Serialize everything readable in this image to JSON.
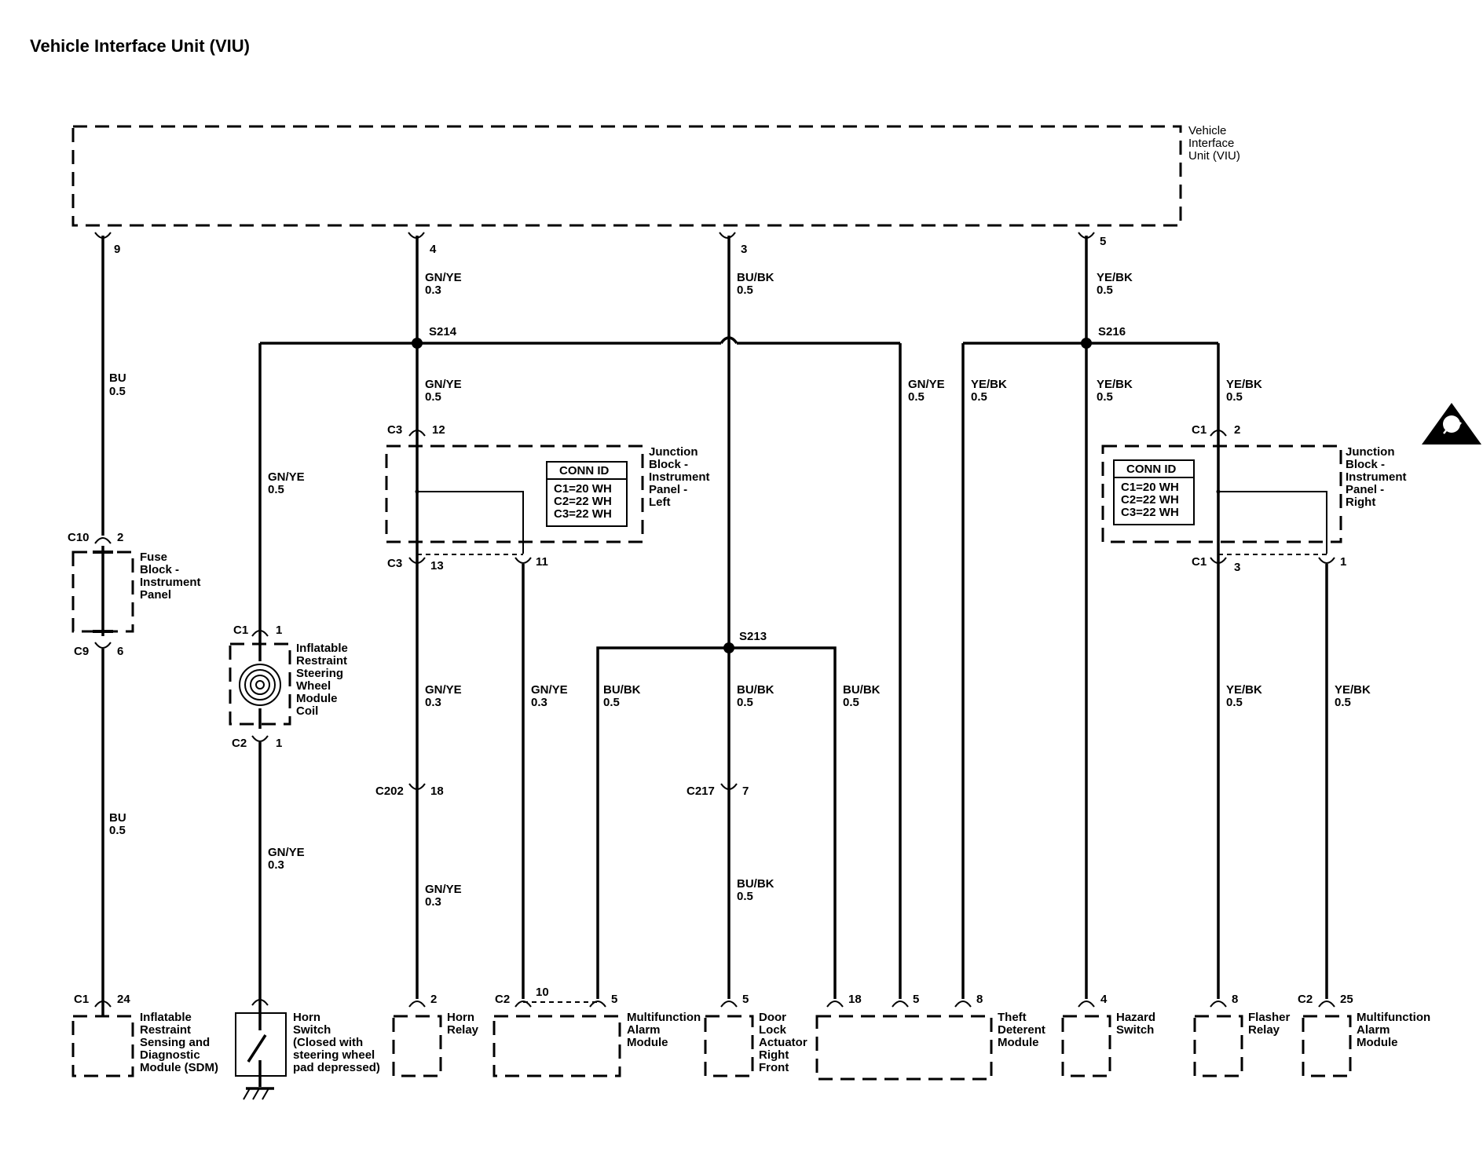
{
  "title": "Vehicle Interface Unit (VIU)",
  "viu": {
    "label": [
      "Vehicle",
      "Interface",
      "Unit (VIU)"
    ],
    "pins": [
      "9",
      "4",
      "3",
      "5"
    ]
  },
  "splices": {
    "s214": "S214",
    "s216": "S216",
    "s213": "S213"
  },
  "wires": {
    "bu": "BU",
    "gnye": "GN/YE",
    "bubk": "BU/BK",
    "yebk": "YE/BK",
    "g05": "0.5",
    "g03": "0.3"
  },
  "jb_left": {
    "label": [
      "Junction",
      "Block -",
      "Instrument",
      "Panel -",
      "Left"
    ],
    "conn_id": [
      "CONN ID",
      "C1=20 WH",
      "C2=22 WH",
      "C3=22 WH"
    ],
    "top": {
      "conn": "C3",
      "pin": "12"
    },
    "bottom": [
      {
        "conn": "C3",
        "pin": "13"
      },
      {
        "pin": "11"
      }
    ]
  },
  "jb_right": {
    "label": [
      "Junction",
      "Block -",
      "Instrument",
      "Panel -",
      "Right"
    ],
    "conn_id": [
      "CONN ID",
      "C1=20 WH",
      "C2=22 WH",
      "C3=22 WH"
    ],
    "top": {
      "conn": "C1",
      "pin": "2"
    },
    "bottom": [
      {
        "conn": "C1",
        "pin": "3"
      },
      {
        "pin": "1"
      }
    ]
  },
  "fuse_block": {
    "label": [
      "Fuse",
      "Block -",
      "Instrument",
      "Panel"
    ],
    "top": {
      "conn": "C10",
      "pin": "2"
    },
    "bottom": {
      "conn": "C9",
      "pin": "6"
    }
  },
  "coil": {
    "label": [
      "Inflatable",
      "Restraint",
      "Steering",
      "Wheel",
      "Module",
      "Coil"
    ],
    "top": {
      "conn": "C1",
      "pin": "1"
    },
    "bottom": {
      "conn": "C2",
      "pin": "1"
    }
  },
  "inline": [
    {
      "conn": "C202",
      "pin": "18"
    },
    {
      "conn": "C217",
      "pin": "7"
    }
  ],
  "components": {
    "sdm": {
      "conn": "C1",
      "pin": "24",
      "label": [
        "Inflatable",
        "Restraint",
        "Sensing and",
        "Diagnostic",
        "Module (SDM)"
      ]
    },
    "horn_switch": {
      "label": [
        "Horn",
        "Switch",
        "(Closed with",
        "steering wheel",
        "pad depressed)"
      ]
    },
    "horn_relay": {
      "pin": "2",
      "label": [
        "Horn",
        "Relay"
      ]
    },
    "mam_left": {
      "conn": "C2",
      "pins": [
        "10",
        "5"
      ],
      "label": [
        "Multifunction",
        "Alarm",
        "Module"
      ]
    },
    "door_lock": {
      "pin": "5",
      "label": [
        "Door",
        "Lock",
        "Actuator",
        "Right",
        "Front"
      ]
    },
    "tdm": {
      "pins": [
        "18",
        "5",
        "8"
      ],
      "label": [
        "Theft",
        "Deterent",
        "Module"
      ]
    },
    "hazard": {
      "pin": "4",
      "label": [
        "Hazard",
        "Switch"
      ]
    },
    "flasher": {
      "pin": "8",
      "label": [
        "Flasher",
        "Relay"
      ]
    },
    "mam_right": {
      "conn": "C2",
      "pin": "25",
      "label": [
        "Multifunction",
        "Alarm",
        "Module"
      ]
    }
  },
  "icon": "esd-caution-icon"
}
